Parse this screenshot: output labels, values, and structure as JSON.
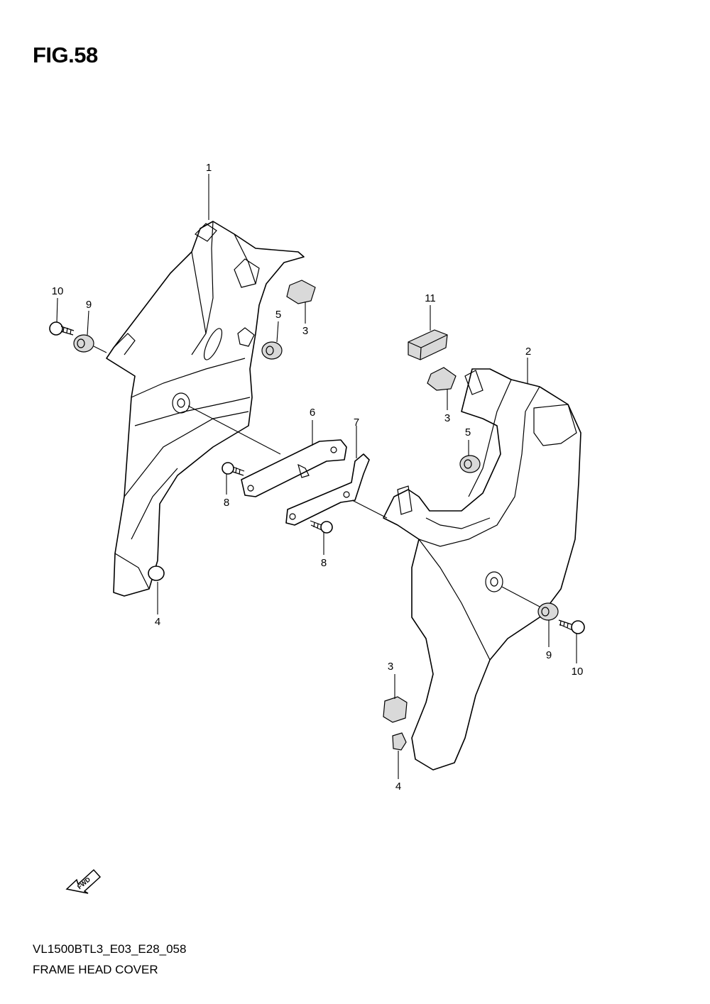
{
  "figure": {
    "title": "FIG.58",
    "code": "VL1500BTL3_E03_E28_058",
    "name": "FRAME HEAD COVER",
    "fwd_label": "FWD"
  },
  "callouts": {
    "c1": "1",
    "c2": "2",
    "c3a": "3",
    "c3b": "3",
    "c3c": "3",
    "c4a": "4",
    "c4b": "4",
    "c5a": "5",
    "c5b": "5",
    "c6": "6",
    "c7": "7",
    "c8a": "8",
    "c8b": "8",
    "c9a": "9",
    "c9b": "9",
    "c10a": "10",
    "c10b": "10",
    "c11": "11"
  }
}
